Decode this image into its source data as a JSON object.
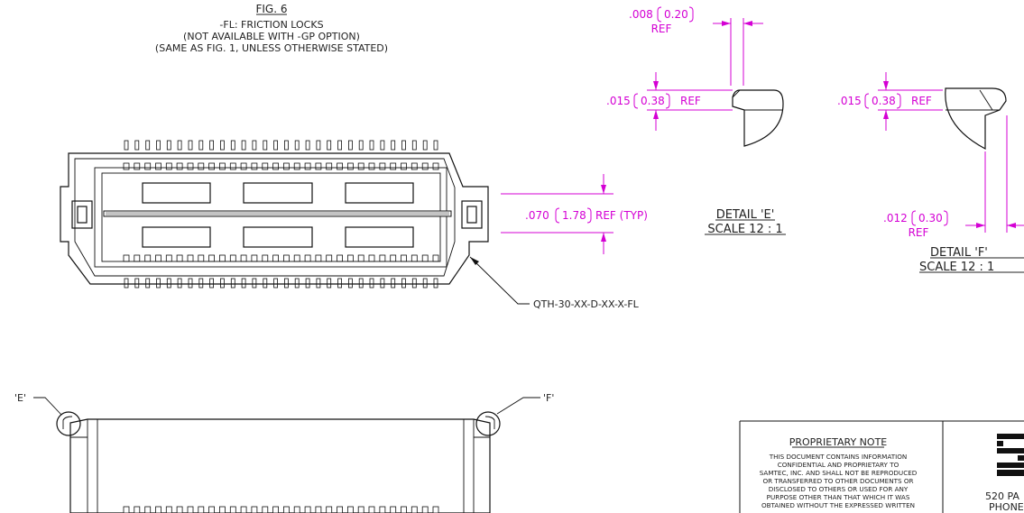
{
  "header": {
    "fig_label": "FIG. 6",
    "line1": "-FL: FRICTION LOCKS",
    "line2": "(NOT AVAILABLE WITH -GP OPTION)",
    "line3": "(SAME AS FIG. 1, UNLESS OTHERWISE STATED)"
  },
  "dimensions": {
    "typ_value": ".070",
    "typ_metric": "1.78",
    "typ_suffix": "REF (TYP)",
    "e_top_value": ".008",
    "e_top_metric": "0.20",
    "e_top_ref": "REF",
    "e_side_value": ".015",
    "e_side_metric": "0.38",
    "e_side_ref": "REF",
    "f_side_value": ".015",
    "f_side_metric": "0.38",
    "f_side_ref": "REF",
    "f_bottom_value": ".012",
    "f_bottom_metric": "0.30",
    "f_bottom_ref": "REF"
  },
  "callouts": {
    "part_number": "QTH-30-XX-D-XX-X-FL",
    "detail_e_marker": "'E'",
    "detail_f_marker": "'F'"
  },
  "details": {
    "e_title": "DETAIL 'E'",
    "e_scale": "SCALE 12 : 1",
    "f_title": "DETAIL 'F'",
    "f_scale": "SCALE 12 : 1"
  },
  "proprietary": {
    "title": "PROPRIETARY NOTE",
    "lines": [
      "THIS DOCUMENT CONTAINS INFORMATION",
      "CONFIDENTIAL AND PROPRIETARY TO",
      "SAMTEC, INC. AND SHALL NOT BE REPRODUCED",
      "OR TRANSFERRED TO OTHER DOCUMENTS OR",
      "DISCLOSED TO OTHERS OR USED FOR ANY",
      "PURPOSE OTHER THAN THAT WHICH IT WAS",
      "OBTAINED WITHOUT THE EXPRESSED WRITTEN"
    ]
  },
  "company": {
    "address_fragment": "520 PA",
    "phone_fragment": "PHONE"
  }
}
